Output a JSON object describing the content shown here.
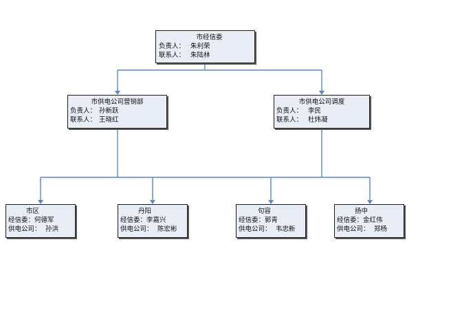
{
  "org_chart": {
    "root": {
      "title": "市经信委",
      "rows": [
        {
          "label": "负责人：",
          "value": "朱利荣"
        },
        {
          "label": "联系人：",
          "value": "朱陆林"
        }
      ]
    },
    "level2": [
      {
        "title": "市供电公司营销部",
        "rows": [
          {
            "label": "负责人：",
            "value": "孙新跃"
          },
          {
            "label": "联系人：",
            "value": "王晓红"
          }
        ]
      },
      {
        "title": "市供电公司调度",
        "rows": [
          {
            "label": "负责人：",
            "value": "李民"
          },
          {
            "label": "联系人：",
            "value": "杜炜凝"
          }
        ]
      }
    ],
    "level3": [
      {
        "title": "市区",
        "rows": [
          {
            "label": "经信委：",
            "value": "何德军"
          },
          {
            "label": "供电公司：",
            "value": "孙洪"
          }
        ]
      },
      {
        "title": "丹阳",
        "rows": [
          {
            "label": "经信委：",
            "value": "李嘉兴"
          },
          {
            "label": "供电公司：",
            "value": "陈宏彬"
          }
        ]
      },
      {
        "title": "句容",
        "rows": [
          {
            "label": "经信委：",
            "value": "郭青"
          },
          {
            "label": "供电公司：",
            "value": "韦忠新"
          }
        ]
      },
      {
        "title": "扬中",
        "rows": [
          {
            "label": "经信委：",
            "value": "金红伟"
          },
          {
            "label": "供电公司：",
            "value": "郑杨"
          }
        ]
      }
    ]
  }
}
